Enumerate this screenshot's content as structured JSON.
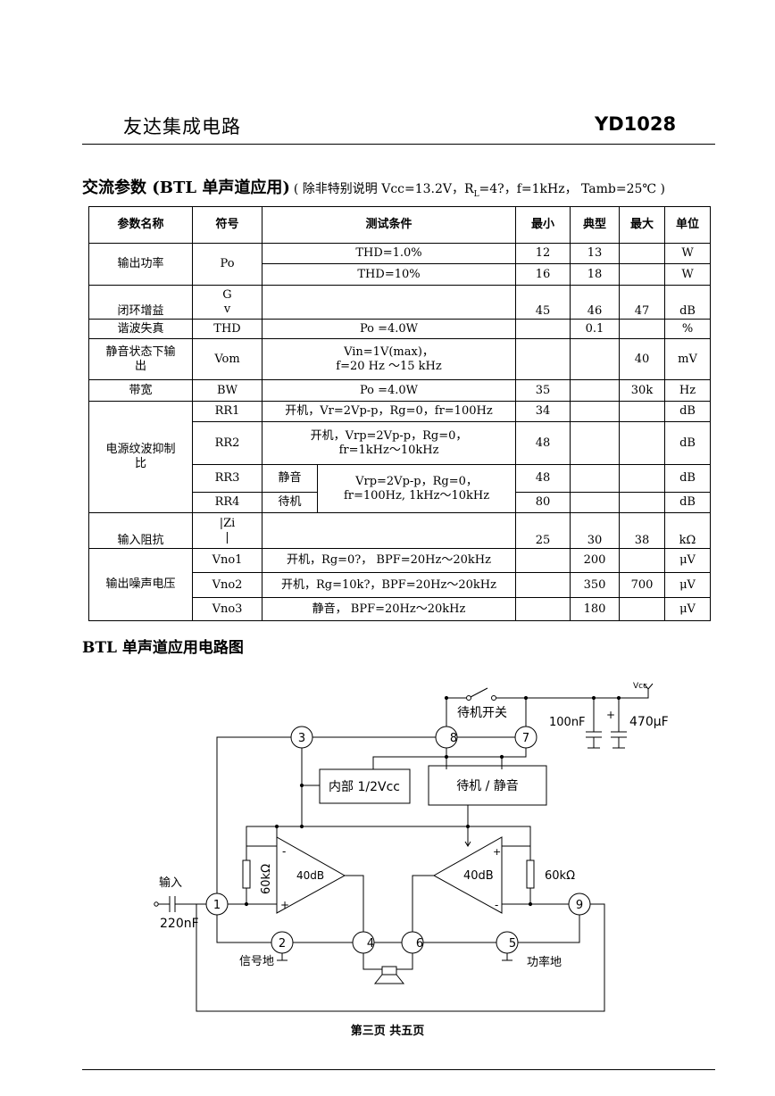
{
  "header": {
    "company": "友达集成电路",
    "model": "YD1028"
  },
  "section": {
    "title": "交流参数 (BTL 单声道应用)",
    "conditions": "( 除非特别说明 Vcc=13.2V，R",
    "cond_sub": "L",
    "conditions_tail": "=4?，f=1kHz， Tamb=25℃ )"
  },
  "table": {
    "headers": [
      "参数名称",
      "符号",
      "测试条件",
      "最小",
      "典型",
      "最大",
      "单位"
    ],
    "rows": {
      "po_name": "输出功率",
      "po_sym": "Po",
      "po1_cond": "THD=1.0%",
      "po1_min": "12",
      "po1_typ": "13",
      "po1_unit": "W",
      "po2_cond": "THD=10%",
      "po2_min": "16",
      "po2_typ": "18",
      "po2_unit": "W",
      "gv_name": "闭环增益",
      "gv_sym1": "G",
      "gv_sym2": "v",
      "gv_min": "45",
      "gv_typ": "46",
      "gv_max": "47",
      "gv_unit": "dB",
      "thd_name": "谐波失真",
      "thd_sym": "THD",
      "thd_cond": "Po =4.0W",
      "thd_typ": "0.1",
      "thd_unit": "%",
      "vom_name1": "静音状态下输",
      "vom_name2": "出",
      "vom_sym": "Vom",
      "vom_cond1": "Vin=1V(max)，",
      "vom_cond2": "f=20 Hz ～15 kHz",
      "vom_max": "40",
      "vom_unit": "mV",
      "bw_name": "带宽",
      "bw_sym": "BW",
      "bw_cond": "Po =4.0W",
      "bw_min": "35",
      "bw_max": "30k",
      "bw_unit": "Hz",
      "rr_name1": "电源纹波抑制",
      "rr_name2": "比",
      "rr1_sym": "RR1",
      "rr1_cond": "开机，Vr=2Vp-p，Rg=0，fr=100Hz",
      "rr1_min": "34",
      "rr1_unit": "dB",
      "rr2_sym": "RR2",
      "rr2_cond1": "开机，Vrp=2Vp-p，Rg=0，",
      "rr2_cond2": "fr=1kHz～10kHz",
      "rr2_min": "48",
      "rr2_unit": "dB",
      "rr3_sym": "RR3",
      "rr3_mode": "静音",
      "rr34_cond1": "Vrp=2Vp-p，Rg=0，",
      "rr34_cond2": "fr=100Hz, 1kHz～10kHz",
      "rr3_min": "48",
      "rr3_unit": "dB",
      "rr4_sym": "RR4",
      "rr4_mode": "待机",
      "rr4_min": "80",
      "rr4_unit": "dB",
      "zi_name": "输入阻抗",
      "zi_sym1": "|Zi",
      "zi_sym2": "|",
      "zi_min": "25",
      "zi_typ": "30",
      "zi_max": "38",
      "zi_unit": "kΩ",
      "vno_name": "输出噪声电压",
      "vno1_sym": "Vno1",
      "vno1_cond": "开机，Rg=0?， BPF=20Hz～20kHz",
      "vno1_typ": "200",
      "vno1_unit": "μV",
      "vno2_sym": "Vno2",
      "vno2_cond": "开机，Rg=10k?，BPF=20Hz～20kHz",
      "vno2_typ": "350",
      "vno2_max": "700",
      "vno2_unit": "μV",
      "vno3_sym": "Vno3",
      "vno3_cond": "静音， BPF=20Hz～20kHz",
      "vno3_typ": "180",
      "vno3_unit": "μV"
    }
  },
  "circuit": {
    "title": "BTL 单声道应用电路图",
    "vcc": "Vcc",
    "standby_switch": "待机开关",
    "cap1": "100nF",
    "cap2": "470μF",
    "cap_plus": "+",
    "internal_ref": "内部 1/2Vcc",
    "standby_mute": "待机 / 静音",
    "amp_gain": "40dB",
    "res_left": "60kΩ",
    "res_right": "60kΩ",
    "input": "输入",
    "input_cap": "220nF",
    "signal_gnd": "信号地",
    "power_gnd": "功率地",
    "minus": "-",
    "plus": "+",
    "pins": [
      "1",
      "2",
      "3",
      "4",
      "5",
      "6",
      "7",
      "8",
      "9"
    ]
  },
  "footer": "第三页 共五页"
}
